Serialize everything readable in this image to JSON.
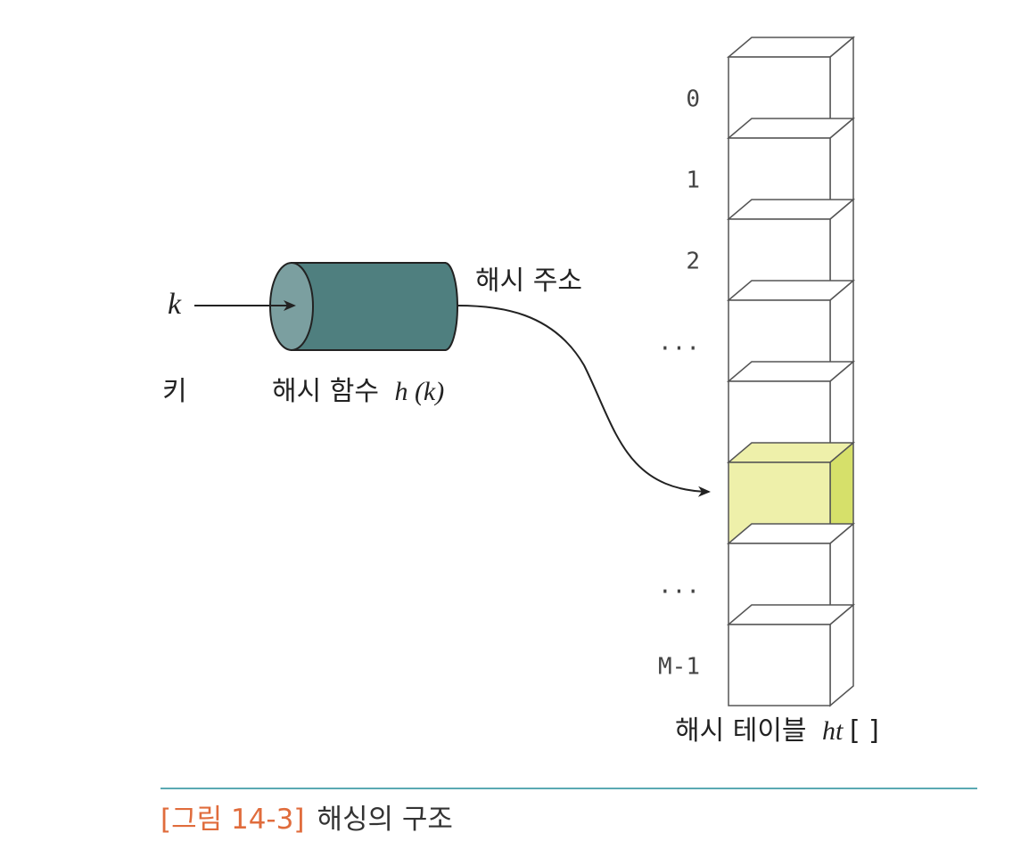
{
  "key": {
    "symbol": "k",
    "label": "키"
  },
  "hash_function": {
    "label_prefix": "해시 함수",
    "math_h": "h",
    "math_arg": "(k)",
    "body_color": "#4f7f7f",
    "face_color": "#7b9fa0"
  },
  "hash_address": {
    "label": "해시 주소"
  },
  "hash_table": {
    "label_prefix": "해시 테이블",
    "math": "ht",
    "brackets": "[ ]",
    "highlight_color": "#eef0aa",
    "highlight_side_color": "#d6e06a",
    "slots": [
      {
        "index_label": "0",
        "highlighted": false
      },
      {
        "index_label": "1",
        "highlighted": false
      },
      {
        "index_label": "2",
        "highlighted": false
      },
      {
        "index_label": "...",
        "highlighted": false
      },
      {
        "index_label": "",
        "highlighted": false
      },
      {
        "index_label": "",
        "highlighted": true
      },
      {
        "index_label": "...",
        "highlighted": false
      },
      {
        "index_label": "M-1",
        "highlighted": false
      }
    ]
  },
  "caption": {
    "number": "[그림 14-3]",
    "title": "해싱의 구조",
    "number_color": "#e06c3c",
    "rule_color": "#5aa9b3"
  }
}
